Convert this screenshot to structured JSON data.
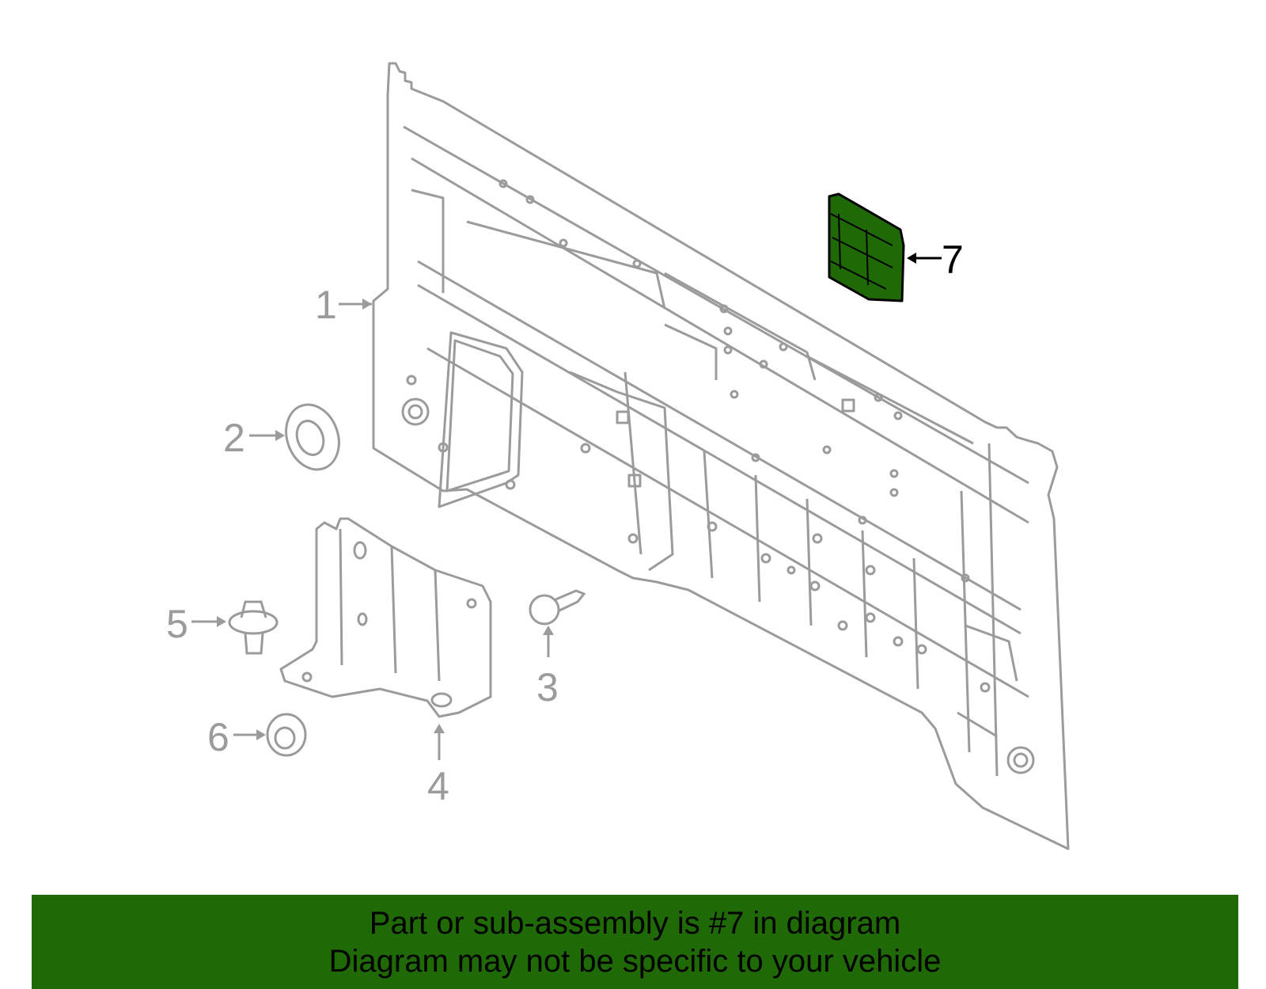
{
  "colors": {
    "line_gray": "#9b9b9b",
    "highlight_green": "#1f6a06",
    "text_black": "#000000"
  },
  "callouts": {
    "c1": "1",
    "c2": "2",
    "c3": "3",
    "c4": "4",
    "c5": "5",
    "c6": "6",
    "c7": "7"
  },
  "banner": {
    "line1": "Part or sub-assembly is #7 in diagram",
    "line2": "Diagram may not be specific to your vehicle"
  }
}
